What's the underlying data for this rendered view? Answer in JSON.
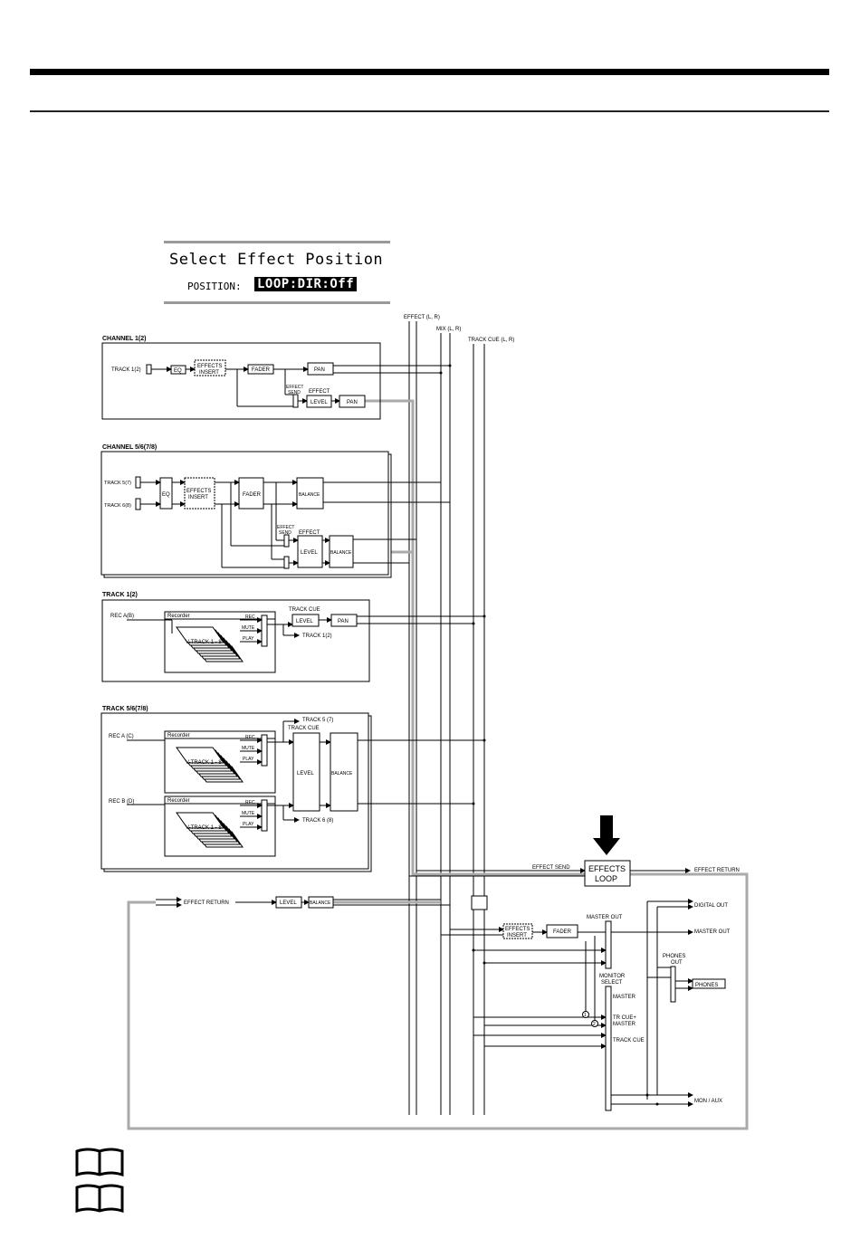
{
  "lcd": {
    "title": "Select Effect Position",
    "position_label": "POSITION:",
    "position_value": "LOOP:DIR:Off"
  },
  "buses": {
    "effect": "EFFECT (L, R)",
    "mix": "MIX (L, R)",
    "track_cue": "TRACK CUE (L, R)"
  },
  "channel12": {
    "title": "CHANNEL 1(2)",
    "track": "TRACK 1(2)",
    "eq": "EQ",
    "effects_insert_1": "EFFECTS",
    "effects_insert_2": "INSERT",
    "fader": "FADER",
    "pan": "PAN",
    "effect_send_1": "EFFECT",
    "effect_send_2": "SEND",
    "effect": "EFFECT",
    "level": "LEVEL",
    "pan2": "PAN"
  },
  "channel56": {
    "title": "CHANNEL 5/6(7/8)",
    "track5": "TRACK 5(7)",
    "track6": "TRACK 6(8)",
    "eq": "EQ",
    "effects_insert_1": "EFFECTS",
    "effects_insert_2": "INSERT",
    "fader": "FADER",
    "balance": "BALANCE",
    "effect_send_1": "EFFECT",
    "effect_send_2": "SEND",
    "effect": "EFFECT",
    "level": "LEVEL",
    "balance2": "BALANCE"
  },
  "track12": {
    "title": "TRACK 1(2)",
    "rec": "REC A(B)",
    "recorder": "Recorder",
    "rec_label": "REC",
    "mute": "MUTE",
    "play": "PLAY",
    "vtrack": "V-TRACK 1 - 8",
    "track_cue": "TRACK CUE",
    "level": "LEVEL",
    "pan": "PAN",
    "out": "TRACK 1(2)"
  },
  "track56": {
    "title": "TRACK 5/6(7/8)",
    "rec_a": "REC A (C)",
    "rec_b": "REC B (D)",
    "recorder": "Recorder",
    "rec_label": "REC",
    "mute": "MUTE",
    "play": "PLAY",
    "vtrack": "V-TRACK 1 - 8",
    "out5": "TRACK 5 (7)",
    "track_cue": "TRACK CUE",
    "level": "LEVEL",
    "balance": "BALANCE",
    "out6": "TRACK 6 (8)"
  },
  "output": {
    "effect_send": "EFFECT SEND",
    "effects_loop_1": "EFFECTS",
    "effects_loop_2": "LOOP",
    "effect_return_out": "EFFECT RETURN",
    "effect_return_in": "EFFECT RETURN",
    "level": "LEVEL",
    "balance": "BALANCE",
    "digital_out": "DIGITAL OUT",
    "master_out_label": "MASTER OUT",
    "master_out": "MASTER OUT",
    "effects_insert_1": "EFFECTS",
    "effects_insert_2": "INSERT",
    "fader": "FADER",
    "phones_out_1": "PHONES",
    "phones_out_2": "OUT",
    "phones": "PHONES",
    "monitor_select_1": "MONITOR",
    "monitor_select_2": "SELECT",
    "master": "MASTER",
    "tr_cue_1": "TR CUE+",
    "tr_cue_2": "MASTER",
    "track_cue": "TRACK CUE",
    "mon_aux": "MON / AUX",
    "mark_1": "1",
    "mark_2": "2"
  },
  "colors": {
    "loop_path": "#aaaaaa",
    "ink": "#000000"
  },
  "icons": [
    "book-reference-icon",
    "down-arrow-icon"
  ]
}
